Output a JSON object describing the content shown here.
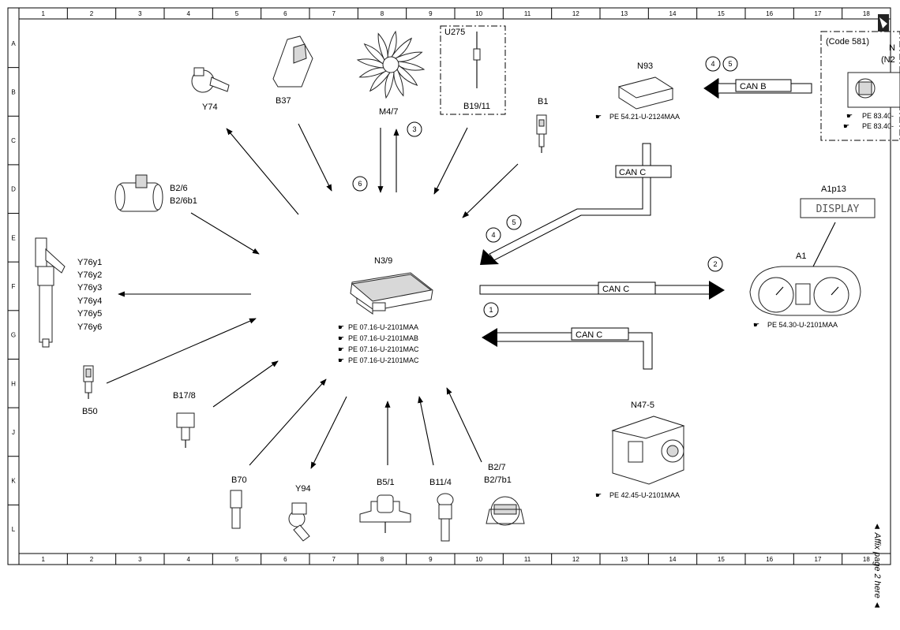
{
  "grid": {
    "columns": [
      "1",
      "2",
      "3",
      "4",
      "5",
      "6",
      "7",
      "8",
      "9",
      "10",
      "11",
      "12",
      "13",
      "14",
      "15",
      "16",
      "17",
      "18"
    ],
    "rows": [
      "A",
      "B",
      "C",
      "D",
      "E",
      "F",
      "G",
      "H",
      "J",
      "K",
      "L"
    ]
  },
  "center": {
    "label": "N3/9",
    "refs": [
      "PE 07.16-U-2101MAA",
      "PE 07.16-U-2101MAB",
      "PE 07.16-U-2101MAC",
      "PE 07.16-U-2101MAC"
    ]
  },
  "components": {
    "y74": "Y74",
    "b37": "B37",
    "m47": "M4/7",
    "u275": "U275",
    "b1911": "B19/11",
    "b1": "B1",
    "n93": "N93",
    "n93_ref": "PE 54.21-U-2124MAA",
    "code581": "(Code 581)",
    "n2_partial": "N",
    "n2_partial2": "(N2",
    "n2_ref1": "PE 83.40-",
    "n2_ref2": "PE 83.40-",
    "b26": "B2/6",
    "b26b1": "B2/6b1",
    "y76": [
      "Y76y1",
      "Y76y2",
      "Y76y3",
      "Y76y4",
      "Y76y5",
      "Y76y6"
    ],
    "a1p13": "A1p13",
    "display_text": "DISPLAY",
    "a1": "A1",
    "a1_ref": "PE 54.30-U-2101MAA",
    "b50": "B50",
    "b178": "B17/8",
    "b70": "B70",
    "y94": "Y94",
    "b51": "B5/1",
    "b114": "B11/4",
    "b27": "B2/7",
    "b27b1": "B2/7b1",
    "n475": "N47-5",
    "n475_ref": "PE 42.45-U-2101MAA"
  },
  "buses": {
    "can_b": "CAN B",
    "can_c_top": "CAN C",
    "can_c_mid": "CAN C",
    "can_c_bot": "CAN C"
  },
  "circles": {
    "c3": "3",
    "c6": "6",
    "c4a": "4",
    "c5a": "5",
    "c4b": "4",
    "c5b": "5",
    "c2": "2",
    "c1": "1"
  },
  "side_note": "◄ Affix page 2 here ◄"
}
